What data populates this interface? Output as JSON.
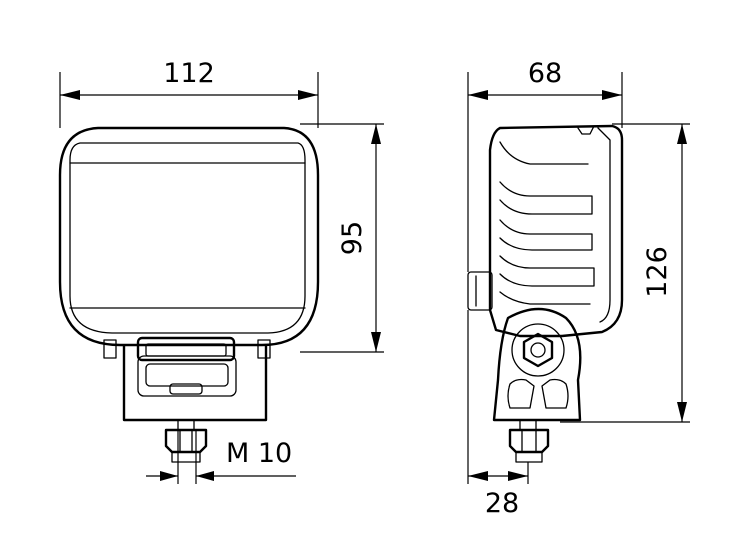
{
  "dimensions": {
    "front_width": "112",
    "front_height": "95",
    "thread": "M 10",
    "side_depth": "68",
    "side_height": "126",
    "bracket_offset": "28"
  },
  "colors": {
    "line": "#000000",
    "background": "#ffffff"
  }
}
